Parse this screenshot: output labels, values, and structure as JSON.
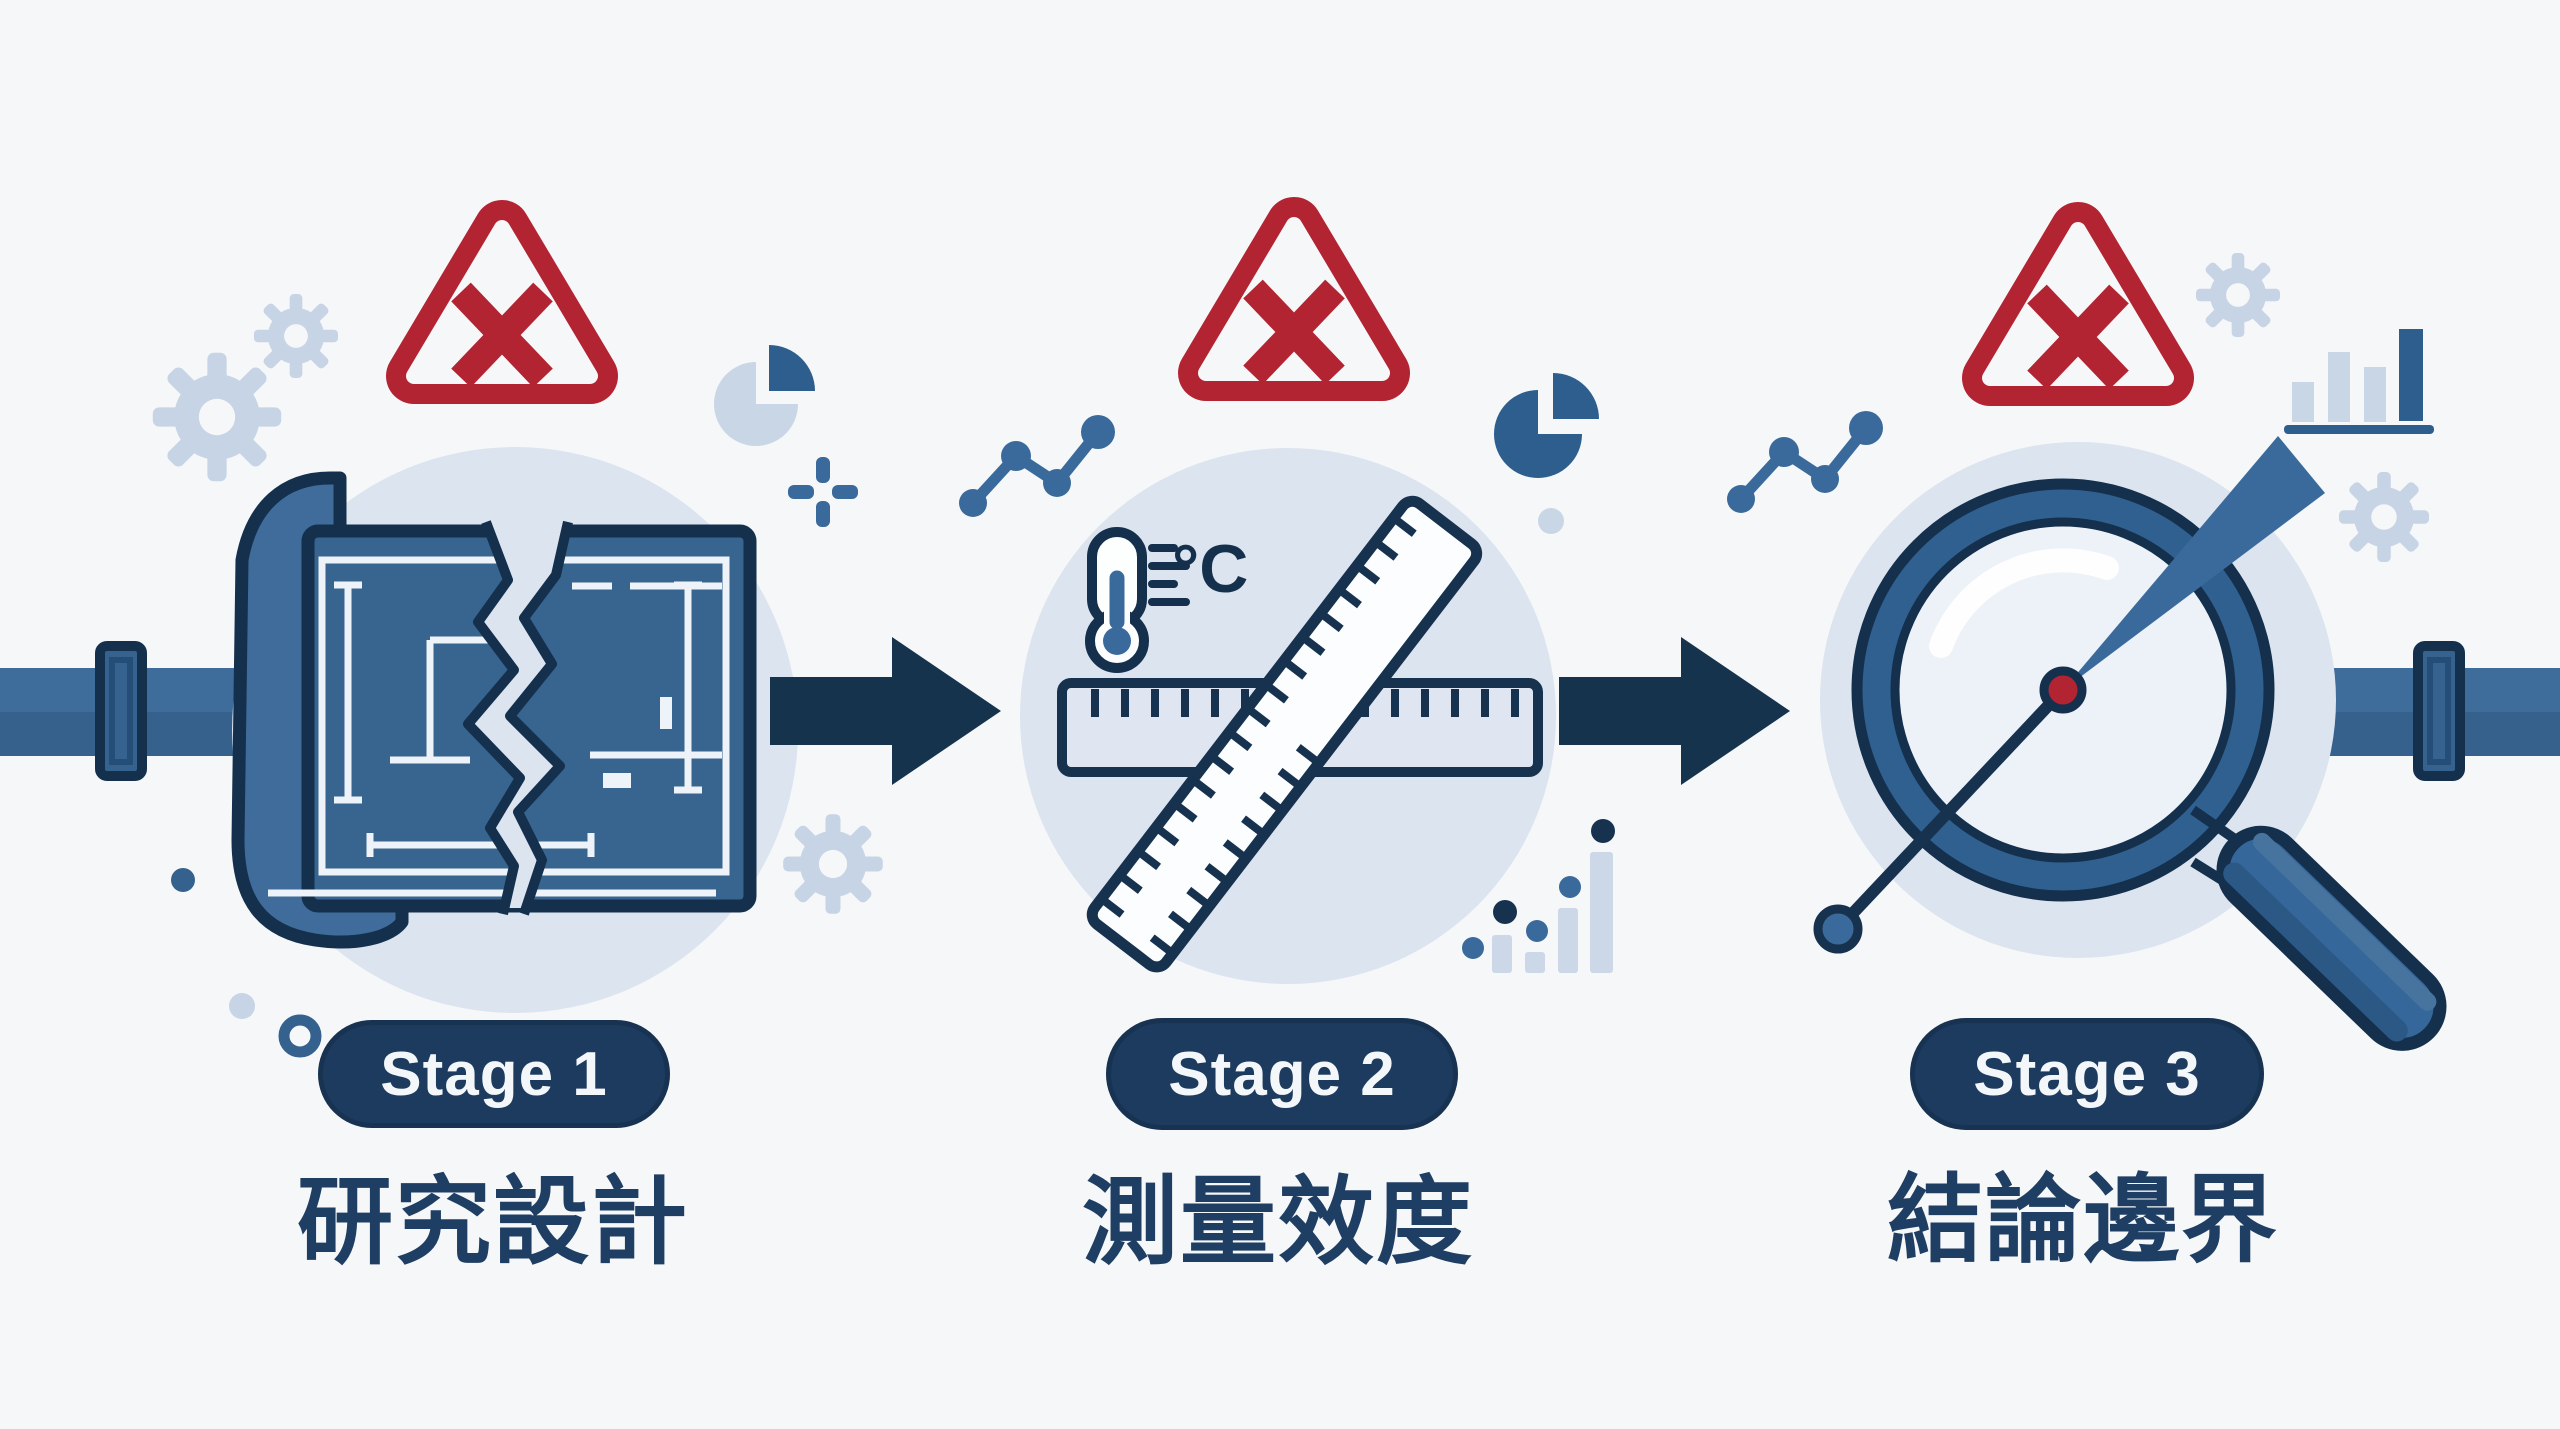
{
  "figure": {
    "kind": "three-stage pipeline illustration with warning triangles",
    "background": "#f6f7f8"
  },
  "stages": [
    {
      "badge": "Stage 1",
      "caption": "研究設計",
      "icon": "cracked-blueprint-icon",
      "decorations": [
        "gear-icon",
        "gear-icon",
        "pie-chart-icon",
        "crosshair-icon",
        "dot",
        "dot",
        "ring-dot"
      ]
    },
    {
      "badge": "Stage 2",
      "caption": "測量效度",
      "icon": "thermometer-ruler-icon",
      "unit_label": "°C",
      "decorations": [
        "line-chart-icon",
        "pie-chart-icon",
        "dot",
        "bar-chart-icon",
        "scatter-dots"
      ]
    },
    {
      "badge": "Stage 3",
      "caption": "結論邊界",
      "icon": "magnifier-pointer-icon",
      "decorations": [
        "line-chart-icon",
        "gear-icon",
        "gear-icon",
        "bar-chart-icon"
      ]
    }
  ],
  "warning": {
    "symbol": "x-mark",
    "shape": "rounded-triangle",
    "color": "#b32433"
  },
  "colors": {
    "background": "#f6f7f8",
    "navy": "#16324f",
    "blue": "#3a6a9b",
    "steel_blue": "#2e5e8e",
    "pale_blue": "#c9d6e6",
    "circle_bg": "#dce4ef",
    "red": "#b32433",
    "badge_bg": "#1c3b5f",
    "caption_text": "#1f3e63"
  }
}
